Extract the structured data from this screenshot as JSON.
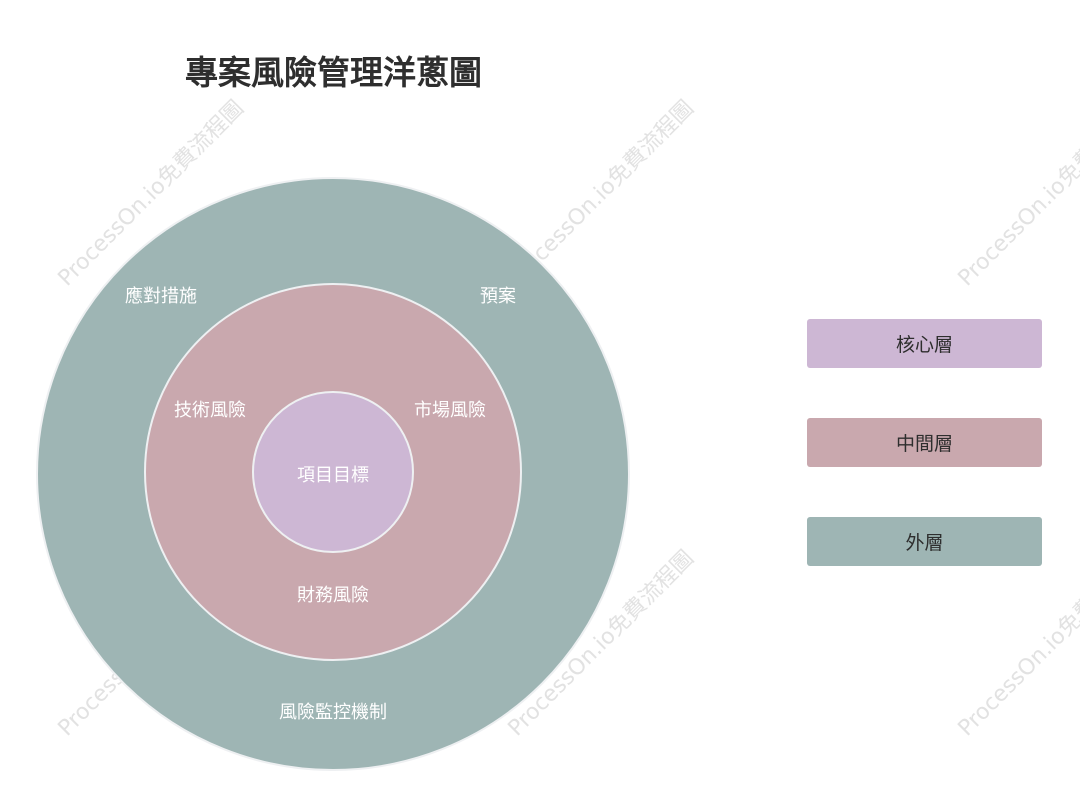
{
  "title": "專案風險管理洋蔥圖",
  "watermark": "ProcessOn.io免費流程圖",
  "colors": {
    "core": "#cdb7d4",
    "middle": "#c9a8ae",
    "outer": "#9eb5b4",
    "ring_stroke": "#eef0f2"
  },
  "layers": {
    "core": {
      "label": "項目目標"
    },
    "middle": {
      "items": [
        "技術風險",
        "市場風險",
        "財務風險"
      ]
    },
    "outer": {
      "items": [
        "應對措施",
        "預案",
        "風險監控機制"
      ]
    }
  },
  "legend": [
    {
      "label": "核心層",
      "color": "#cdb7d4"
    },
    {
      "label": "中間層",
      "color": "#c9a8ae"
    },
    {
      "label": "外層",
      "color": "#9eb5b4"
    }
  ]
}
